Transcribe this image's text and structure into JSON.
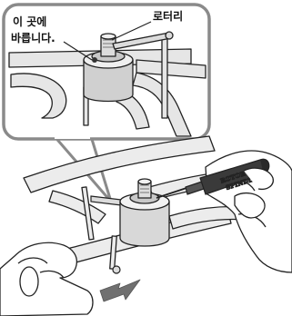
{
  "callout": {
    "apply_here_line1": "이 곳에",
    "apply_here_line2": "바릅니다.",
    "rotor_label": "로터리"
  },
  "oil_bottle": {
    "label_line1": "ROTOR",
    "label_line2": "SPINDLE"
  },
  "colors": {
    "line": "#222222",
    "callout_border": "#8a8a8a",
    "tube_fill": "#e6e6e6",
    "bottle_fill": "#3a3a3a",
    "arrow_fill": "#707070"
  }
}
